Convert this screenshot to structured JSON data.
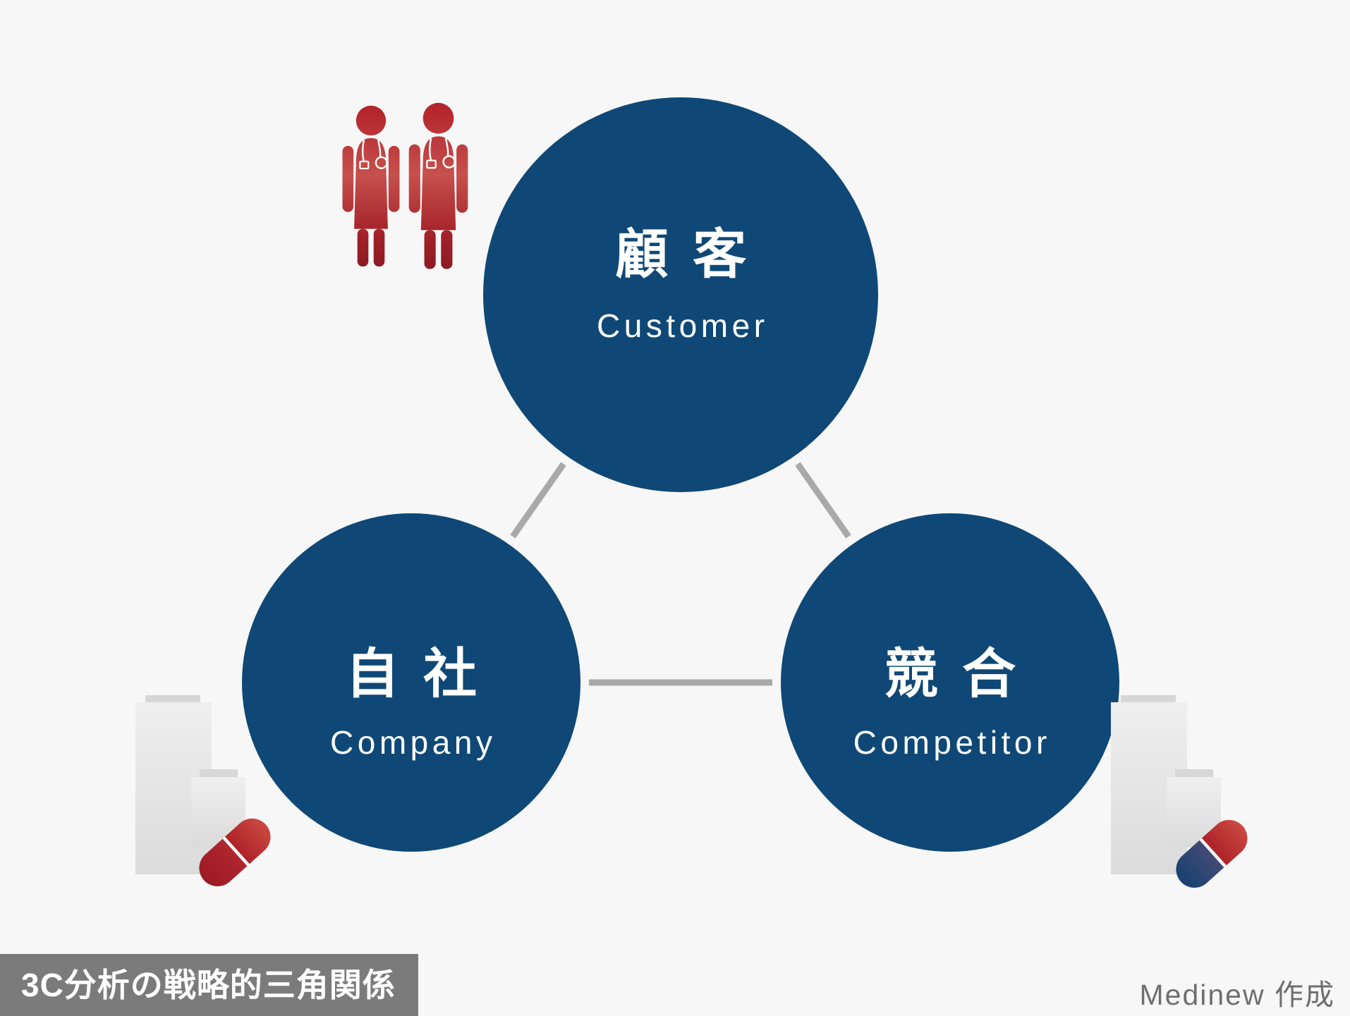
{
  "diagram": {
    "caption": "3C分析の戦略的三角関係",
    "credit": "Medinew 作成",
    "nodes": {
      "customer": {
        "jp": "顧客",
        "en": "Customer"
      },
      "company": {
        "jp": "自社",
        "en": "Company"
      },
      "competitor": {
        "jp": "競合",
        "en": "Competitor"
      }
    },
    "colors": {
      "background": "#f7f7f7",
      "circle_navy": "#0f4876",
      "connector_gray": "#a9a9a9",
      "caption_bg": "#7b7b7b",
      "caption_text": "#ffffff",
      "credit_text": "#6f6f6f",
      "figure_red": "#b4232b",
      "figure_red_dark": "#871a21",
      "pill_red": "#b8262e",
      "pill_navy": "#174170",
      "box_gray": "#e4e4e4"
    },
    "icons": {
      "doctors": "doctor-figure-icon (two red medical staff pictograms with stethoscopes)",
      "left_boxes": "medicine-box-icon (large + small gray cartons)",
      "left_pill": "capsule-pill-icon (red capsule)",
      "right_boxes": "medicine-box-icon (large + small gray cartons)",
      "right_pill": "capsule-pill-icon (red / navy capsule)"
    }
  }
}
